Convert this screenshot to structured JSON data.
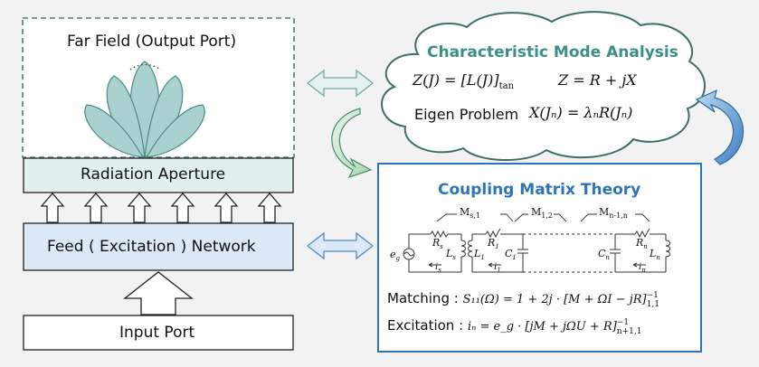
{
  "far_field": {
    "label": "Far Field (Output Port)"
  },
  "radiation_aperture": {
    "label": "Radiation Aperture"
  },
  "feed_network": {
    "label": "Feed ( Excitation ) Network"
  },
  "input_port": {
    "label": "Input Port"
  },
  "cma": {
    "title": "Characteristic Mode Analysis",
    "eq1": "Z(J) = [L(J)]",
    "eq1_sub": "tan",
    "eq2": "Z = R + jX",
    "eigen_label": "Eigen Problem",
    "eigen_eq": "X(Jₙ) = λₙR(Jₙ)"
  },
  "cmt": {
    "title": "Coupling Matrix Theory",
    "coupling_labels": [
      "M",
      "M",
      "M"
    ],
    "coupling_subs": [
      "s,1",
      "1,2",
      "n-1,n"
    ],
    "circuit": {
      "source": "e",
      "source_sub": "g",
      "rs": "R",
      "rs_sub": "s",
      "ls": "L",
      "ls_sub": "s",
      "is": "i",
      "is_sub": "s",
      "r1": "R",
      "r1_sub": "1",
      "l1": "L",
      "l1_sub": "1",
      "c1": "C",
      "c1_sub": "1",
      "i1": "i",
      "i1_sub": "1",
      "cn": "C",
      "cn_sub": "n",
      "rn": "R",
      "rn_sub": "n",
      "ln": "L",
      "ln_sub": "n",
      "in": "i",
      "in_sub": "n"
    },
    "matching_label": "Matching :",
    "matching_eq": "S₁₁(Ω) = 1 + 2j · [M + ΩI − jR]",
    "matching_sup": "−1",
    "matching_sub": "1,1",
    "excitation_label": "Excitation :",
    "excitation_eq": "iₙ = e_g · [jM + jΩU + R]",
    "excitation_sup": "−1",
    "excitation_sub": "n+1,1"
  },
  "colors": {
    "box_border": "#2e75b6",
    "far_field_border": "#4d7a78",
    "aperture_fill": "#e2efef",
    "feed_fill": "#dbe9f6",
    "lobe_fill": "#a9d1cf",
    "cloud_border": "#3d6e6a",
    "arrow_fill": "#e6f2f1",
    "green_arrow": "#c6e4c9",
    "blue_arrow": "#6fa6d6"
  }
}
